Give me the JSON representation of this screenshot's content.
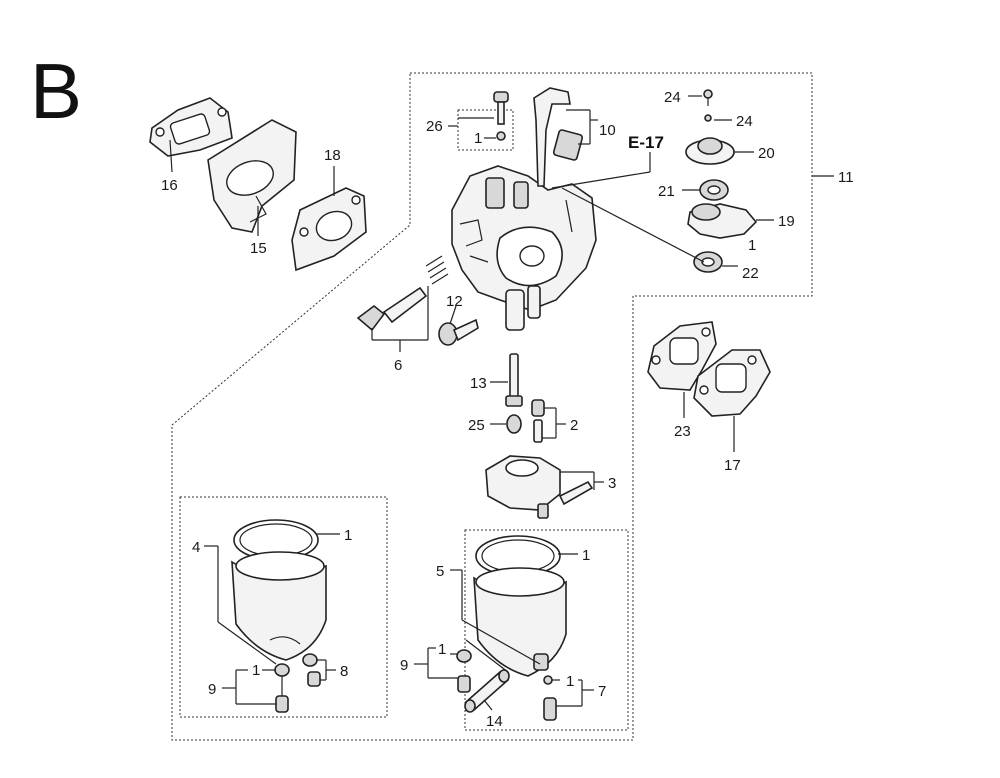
{
  "section_letter": "B",
  "reference": "E-17",
  "callouts": {
    "p1a": "1",
    "p1b": "1",
    "p1c": "1",
    "p1d": "1",
    "p1e": "1",
    "p1f": "1",
    "p1g": "1",
    "p2": "2",
    "p3": "3",
    "p4": "4",
    "p5": "5",
    "p6": "6",
    "p7": "7",
    "p8": "8",
    "p9a": "9",
    "p9b": "9",
    "p10": "10",
    "p11": "11",
    "p12": "12",
    "p13": "13",
    "p14": "14",
    "p15": "15",
    "p16": "16",
    "p17": "17",
    "p18": "18",
    "p19": "19",
    "p20": "20",
    "p21": "21",
    "p22": "22",
    "p23": "23",
    "p24a": "24",
    "p24b": "24",
    "p25": "25",
    "p26": "26"
  }
}
